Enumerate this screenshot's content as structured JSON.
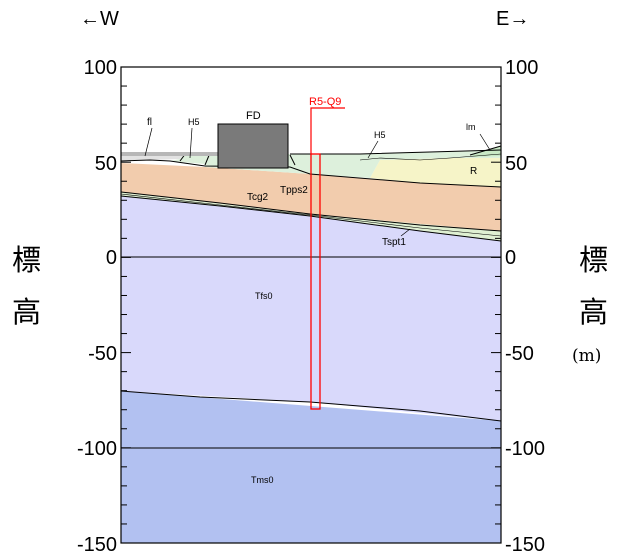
{
  "directions": {
    "west": "←W",
    "east": "E→"
  },
  "y_axis": {
    "title_chars": [
      "標",
      "高"
    ],
    "unit": "(m)",
    "ticks": [
      "100",
      "50",
      "0",
      "-50",
      "-100",
      "-150"
    ],
    "tick_values": [
      100,
      50,
      0,
      -50,
      -100,
      -150
    ],
    "min": -150,
    "max": 100,
    "minor_step": 10
  },
  "layers": [
    {
      "label": "fl",
      "color": "#e2e2e2"
    },
    {
      "label": "H5",
      "color": "#ddf0dc"
    },
    {
      "label": "lm",
      "color": "#c9e8c5"
    },
    {
      "label": "R",
      "color": "#f6f4c8"
    },
    {
      "label": "Tpps2",
      "color": "#f2ccad"
    },
    {
      "label": "Tcg2",
      "color": "#f2ccad"
    },
    {
      "label": "Tspt1",
      "color": "#dff0d2"
    },
    {
      "label": "Tfs0",
      "color": "#d9d9fb"
    },
    {
      "label": "Tms0",
      "color": "#b2c1f1"
    }
  ],
  "structure": {
    "label": "FD",
    "color": "#7a7a7a"
  },
  "borehole": {
    "label": "R5-Q9",
    "color": "#ff0000",
    "top_elevation": 54,
    "bottom_elevation": -80
  }
}
